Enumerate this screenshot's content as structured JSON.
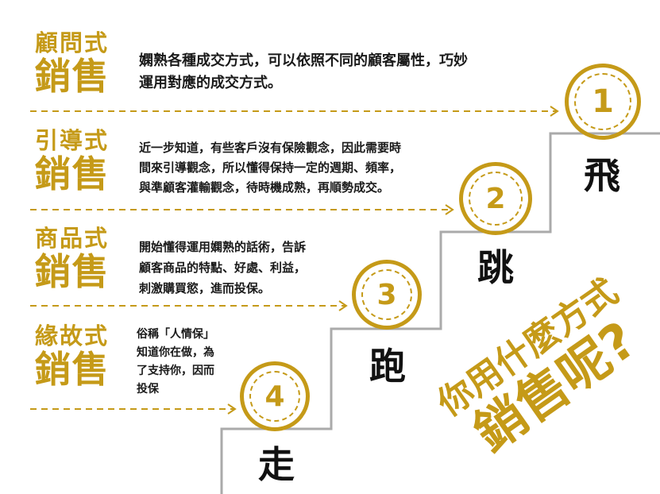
{
  "colors": {
    "gold": "#c59a18",
    "stair": "#aaaaaa",
    "text": "#1a1a1a"
  },
  "sections": [
    {
      "title_small": "顧問式",
      "title_big": "銷售",
      "desc": "嫻熟各種成交方式，可以依照不同的顧客屬性，巧妙\n運用對應的成交方式。",
      "number": "1",
      "step": "飛"
    },
    {
      "title_small": "引導式",
      "title_big": "銷售",
      "desc": "近一步知道，有些客戶沒有保險觀念，因此需要時\n間來引導觀念，所以懂得保持一定的週期、頻率，\n與準顧客灌輸觀念，待時機成熟，再順勢成交。",
      "number": "2",
      "step": "跳"
    },
    {
      "title_small": "商品式",
      "title_big": "銷售",
      "desc": "開始懂得運用嫻熟的話術，告訴\n顧客商品的特點、好處、利益，\n刺激購買慾，進而投保。",
      "number": "3",
      "step": "跑"
    },
    {
      "title_small": "緣故式",
      "title_big": "銷售",
      "desc": "俗稱「人情保」\n知道你在做，為\n了支持你，因而\n投保",
      "number": "4",
      "step": "走"
    }
  ],
  "slogan": {
    "line1": "你用什麼方式",
    "line2": "銷售呢?"
  }
}
